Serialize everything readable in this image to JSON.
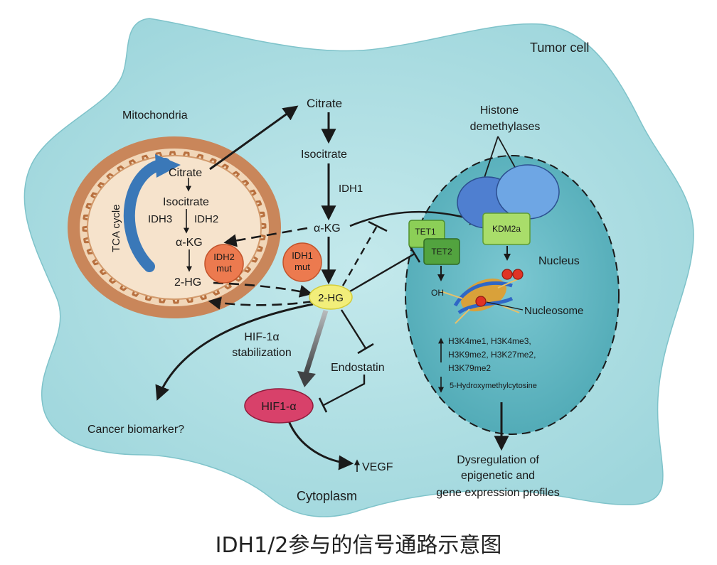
{
  "labels": {
    "tumor_cell": "Tumor cell",
    "mitochondria": "Mitochondria",
    "tca_cycle": "TCA cycle",
    "mito_citrate": "Citrate",
    "mito_isocitrate": "Isocitrate",
    "mito_idh3": "IDH3",
    "mito_idh2": "IDH2",
    "mito_akg": "α-KG",
    "mito_2hg": "2-HG",
    "idh2_mut_line1": "IDH2",
    "idh2_mut_line2": "mut",
    "cyto_citrate": "Citrate",
    "cyto_isocitrate": "Isocitrate",
    "cyto_idh1": "IDH1",
    "cyto_akg": "α-KG",
    "idh1_mut_line1": "IDH1",
    "idh1_mut_line2": "mut",
    "cyto_2hg": "2-HG",
    "hif_stab_line1": "HIF-1α",
    "hif_stab_line2": "stabilization",
    "endostatin": "Endostatin",
    "hif1a": "HIF1-α",
    "vegf": "VEGF",
    "cancer_biomarker": "Cancer biomarker?",
    "cytoplasm": "Cytoplasm",
    "histone_demethylases_line1": "Histone",
    "histone_demethylases_line2": "demethylases",
    "tet1": "TET1",
    "tet2": "TET2",
    "kdm2a": "KDM2a",
    "nucleus": "Nucleus",
    "oh": "OH",
    "nucleosome": "Nucleosome",
    "marks_line1": "H3K4me1, H3K4me3,",
    "marks_line2": "H3K9me2, H3K27me2,",
    "marks_line3": "H3K79me2",
    "hydroxymethylcytosine": "5-Hydroxymethylcytosine",
    "dysreg_line1": "Dysregulation of",
    "dysreg_line2": "epigenetic and",
    "dysreg_line3": "gene expression profiles",
    "caption": "IDH1/2参与的信号通路示意图"
  },
  "colors": {
    "cell_fill": "#a9dde2",
    "mito_outer": "#c9865a",
    "mito_inner": "#f1d6b8",
    "nucleus_fill": "#62b9c4",
    "tca_arrow": "#3a78b8",
    "mut_fill": "#ec7a4f",
    "twohg_fill": "#f2ee7a",
    "hif_fill": "#d8416a",
    "tet_fill": "#8ccf57",
    "kdm_fill": "#a9dd6a",
    "demethylase_fill": "#4f7fd0"
  }
}
